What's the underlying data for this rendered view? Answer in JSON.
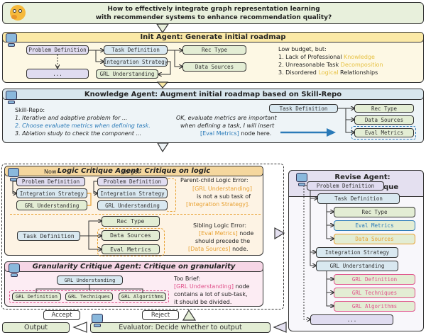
{
  "question": {
    "line1": "How to effectively integrate graph representation learning",
    "line2": "with recommender systems to enhance recommendation quality?"
  },
  "init_agent": {
    "title": "Init Agent: Generate initial roadmap",
    "nodes": {
      "problem_definition": "Problem Definition",
      "ellipsis": "...",
      "task_definition": "Task Definition",
      "integration_strategy": "Integration Strategy",
      "grl_understanding": "GRL Understanding",
      "rec_type": "Rec Type",
      "data_sources": "Data Sources"
    },
    "issues_intro": "Low budget, but:",
    "issues": [
      {
        "prefix": "1. Lack of Professional ",
        "highlight": "Knowledge",
        "suffix": ""
      },
      {
        "prefix": "2. Unreasonable Task ",
        "highlight": "Decomposition",
        "suffix": ""
      },
      {
        "prefix": "3. Disordered ",
        "highlight": "Logical",
        "suffix": " Relationships"
      }
    ]
  },
  "knowledge_agent": {
    "title": "Knowledge Agent: Augment initial roadmap based on Skill-Repo",
    "skill_repo_label": "Skill-Repo:",
    "skills": [
      "1. Iterative and adaptive problem for ...",
      "2. Choose evaluate metrics when defining task.",
      "3. Ablation study to check the component ..."
    ],
    "reasoning_line1": "OK, evaluate metrics are important",
    "reasoning_line2": "when defining a task, I will insert",
    "reasoning_highlight": "[Eval Metrics]",
    "reasoning_suffix": " node here.",
    "nodes": {
      "task_definition": "Task Definition",
      "rec_type": "Rec Type",
      "data_sources": "Data Sources",
      "eval_metrics": "Eval Metrics"
    }
  },
  "logic_agent": {
    "title": "Logic Critique Agent: Critique on logic",
    "now_label": "Now",
    "target_label": "Target",
    "now_nodes": [
      "Problem Definition",
      "Integration Strategy",
      "GRL Understanding"
    ],
    "target_nodes": [
      "Problem Definition",
      "Integration Strategy",
      "GRL Understanding"
    ],
    "parent_child_error": {
      "title": "Parent-child Logic Error:",
      "highlight1": "[GRL Understanding]",
      "middle": "is not a sub task of",
      "highlight2": "[Integration Strategy]."
    },
    "sibling_nodes": {
      "task_definition": "Task Definition",
      "rec_type": "Rec Type",
      "data_sources": "Data Sources",
      "eval_metrics": "Eval Metrics"
    },
    "sibling_error": {
      "title": "Sibling Logic Error:",
      "highlight1": "[Eval Metrics]",
      "suffix1": " node",
      "middle": "should precede the",
      "highlight2": "[Data Sources]",
      "suffix2": " node."
    }
  },
  "granularity_agent": {
    "title": "Granularity Critique Agent: Critique on granularity",
    "parent": "GRL Understanding",
    "children": [
      "GRL Definition",
      "GRL Techniques",
      "GRL Algorithms"
    ],
    "error_title": "Too Brief:",
    "highlight": "[GRL Understanding]",
    "suffix": " node",
    "line3": "contains a lot of sub-task,",
    "line4": "it should be divided."
  },
  "revise_agent": {
    "title_line1": "Revise Agent:",
    "title_line2": "Revise by critique",
    "nodes": {
      "problem_definition": "Problem Definition",
      "task_definition": "Task Definition",
      "rec_type": "Rec Type",
      "eval_metrics": "Eval Metrics",
      "data_sources": "Data Sources",
      "integration_strategy": "Integration Strategy",
      "grl_understanding": "GRL Understanding",
      "grl_definition": "GRL Definition",
      "grl_techniques": "GRL Techniques",
      "grl_algorithms": "GRL Algorithms",
      "ellipsis": "..."
    }
  },
  "evaluator": {
    "title": "Evaluator: Decide whether to output",
    "accept": "Accept",
    "reject": "Reject",
    "output": "Output"
  },
  "colors": {
    "question_bg": "#e8f0dc",
    "init_header": "#fbe9a6",
    "init_body": "#fdf8e4",
    "knowledge_header": "#d8e6ee",
    "knowledge_body": "#eef4f7",
    "logic_header": "#f5d79e",
    "logic_body": "#fdf3e4",
    "granularity_header": "#f6d6e6",
    "granularity_body": "#fcecf3",
    "revise_body": "#e4e0f0",
    "accent_blue": "#2a7ab8",
    "accent_orange": "#e8a030",
    "accent_pink": "#e0508a"
  }
}
